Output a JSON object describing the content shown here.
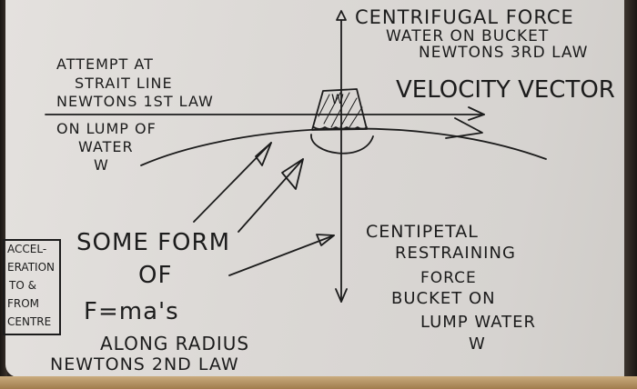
{
  "diagram": {
    "title": "Bucket swung in a circle - forces on a lump of water",
    "labels": {
      "centrifugal": [
        "Centrifugal force",
        "water on bucket",
        "Newtons 3rd law"
      ],
      "velocity": "Velocity Vector",
      "first_law": [
        "Attempt at",
        "strait line",
        "Newtons 1st law"
      ],
      "lump": [
        "On lump of",
        "water",
        "W"
      ],
      "bucket_w": "W",
      "some_form": [
        "Some form",
        "of",
        "F=ma's",
        "along radius",
        "Newtons 2nd law"
      ],
      "box": [
        "Accel-",
        "eration",
        "to &",
        "from",
        "centre"
      ],
      "centripetal": [
        "Centipetal",
        "restraining",
        "force",
        "bucket on",
        "lump water",
        "W"
      ]
    },
    "colors": {
      "ink": "#1c1c1c",
      "paper": "#dcd9d6",
      "background": "#2a2420"
    }
  }
}
